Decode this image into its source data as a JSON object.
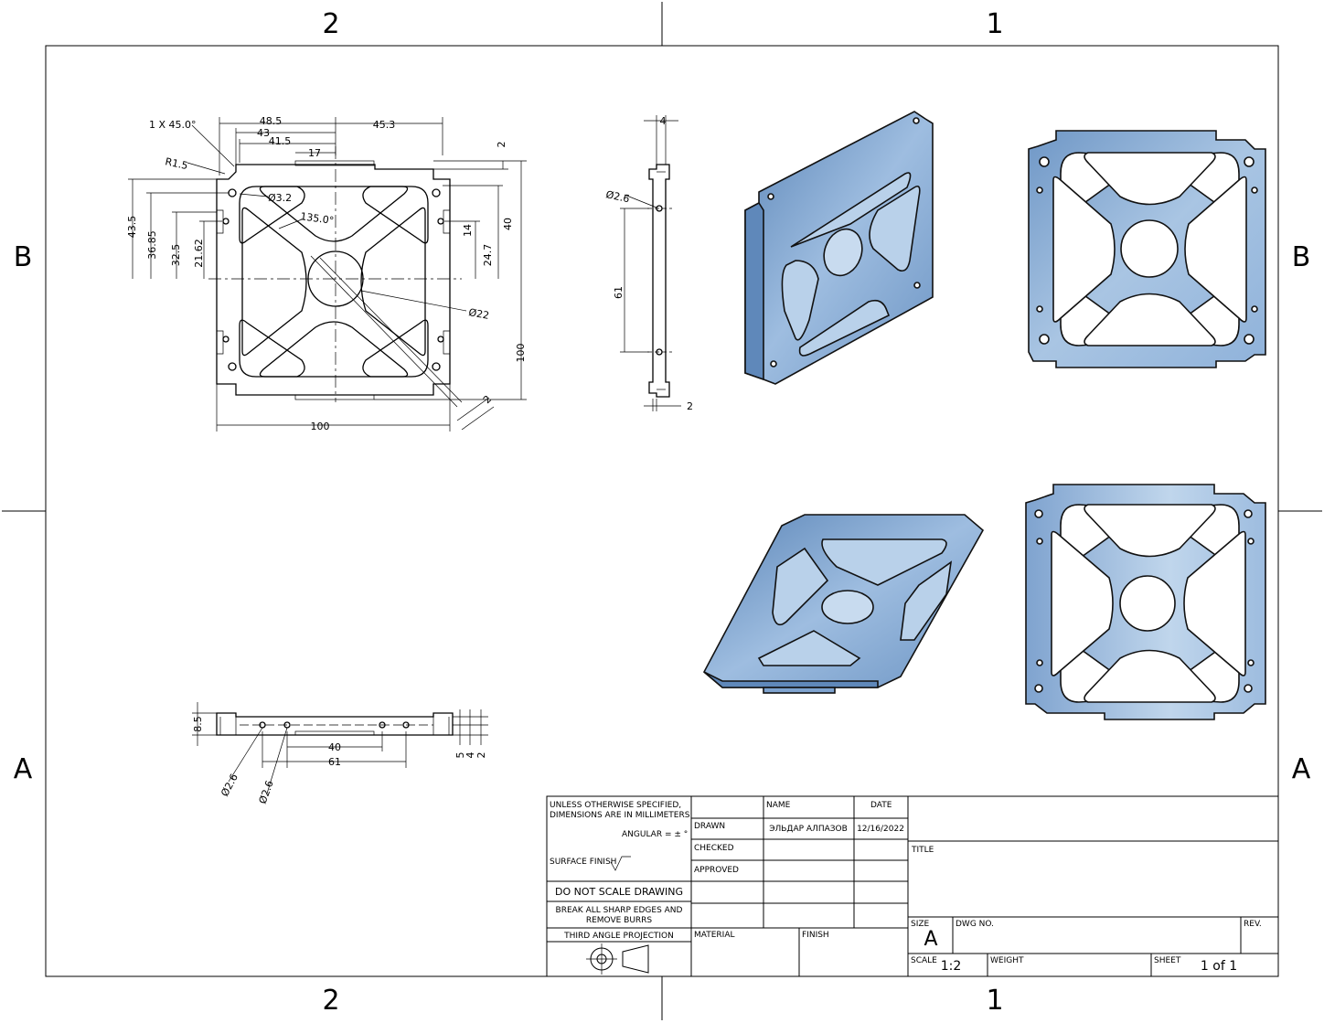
{
  "zones": {
    "top": [
      "2",
      "1"
    ],
    "bottom": [
      "2",
      "1"
    ],
    "left": [
      "B",
      "A"
    ],
    "right": [
      "B",
      "A"
    ]
  },
  "dims_front": {
    "chamfer": "1 X 45.0°",
    "d48_5": "48.5",
    "d45_3": "45.3",
    "d43": "43",
    "d41_5": "41.5",
    "d17": "17",
    "d2_top": "2",
    "r1_5": "R1.5",
    "hole": "Ø3.2",
    "angle": "135.0°",
    "d43_5": "43.5",
    "d36_85": "36.85",
    "d32_5": "32.5",
    "d21_62": "21.62",
    "d14": "14",
    "d24_7": "24.7",
    "d40": "40",
    "d100_v": "100",
    "center": "Ø22",
    "d100_h": "100",
    "d2_diag": "2"
  },
  "dims_side": {
    "d4": "4",
    "hole": "Ø2.6",
    "d61": "61",
    "d2": "2"
  },
  "dims_bottom": {
    "d8_5": "8.5",
    "d40": "40",
    "d61": "61",
    "hole_a": "Ø2.6",
    "hole_b": "Ø2.6",
    "d5": "5",
    "d4": "4",
    "d2": "2"
  },
  "colors": {
    "metal_light": "#aac6e4",
    "metal_mid": "#7fa6d2",
    "metal_dark": "#4d78aa",
    "line": "#000000"
  },
  "title_block": {
    "notes_line1": "UNLESS OTHERWISE SPECIFIED,",
    "notes_line2": "DIMENSIONS ARE IN MILLIMETERS",
    "angular": "ANGULAR = ± °",
    "surface_finish": "SURFACE FINISH",
    "do_not_scale": "DO NOT SCALE DRAWING",
    "break_edges1": "BREAK ALL SHARP EDGES AND",
    "break_edges2": "REMOVE BURRS",
    "projection": "THIRD ANGLE PROJECTION",
    "col_name": "NAME",
    "col_date": "DATE",
    "drawn": "DRAWN",
    "drawn_name": "ЭЛЬДАР АЛПАЗОВ",
    "drawn_date": "12/16/2022",
    "checked": "CHECKED",
    "approved": "APPROVED",
    "material": "MATERIAL",
    "finish": "FINISH",
    "title_label": "TITLE",
    "size_label": "SIZE",
    "size_value": "A",
    "dwg_label": "DWG NO.",
    "rev_label": "REV.",
    "scale_label": "SCALE",
    "scale_value": "1:2",
    "weight_label": "WEIGHT",
    "sheet_label": "SHEET",
    "sheet_value": "1 of 1"
  }
}
